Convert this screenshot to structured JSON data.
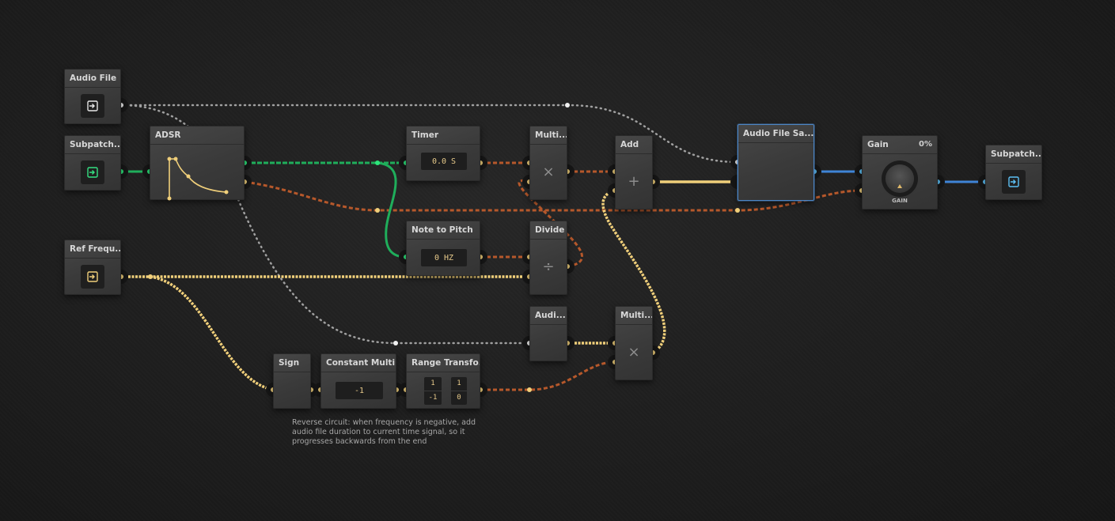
{
  "nodes": {
    "audio_file": {
      "title": "Audio File"
    },
    "subpatch_in": {
      "title": "Subpatch..."
    },
    "adsr": {
      "title": "ADSR"
    },
    "timer": {
      "title": "Timer",
      "value": "0.0 S"
    },
    "multiply_1": {
      "title": "Multi..."
    },
    "add": {
      "title": "Add"
    },
    "audio_file_sampler": {
      "title": "Audio File Sa..."
    },
    "gain": {
      "title": "Gain",
      "value": "0%",
      "knob_label": "GAIN"
    },
    "subpatch_out": {
      "title": "Subpatch..."
    },
    "ref_frequency": {
      "title": "Ref Frequ..."
    },
    "note_to_pitch": {
      "title": "Note to Pitch",
      "value": "0 HZ"
    },
    "divide": {
      "title": "Divide"
    },
    "audio_duration": {
      "title": "Audi..."
    },
    "multiply_2": {
      "title": "Multi..."
    },
    "sign": {
      "title": "Sign"
    },
    "constant_multiply": {
      "title": "Constant Multi...",
      "value": "-1"
    },
    "range_transform": {
      "title": "Range Transfo...",
      "in_max": "1",
      "in_min": "-1",
      "out_max": "1",
      "out_min": "0"
    }
  },
  "symbols": {
    "multiply": "×",
    "add": "+",
    "divide": "÷"
  },
  "icons": {
    "input": "enter-box-icon",
    "output": "exit-box-icon"
  },
  "comment": "Reverse circuit: when frequency is negative, add audio file duration to current time signal, so it progresses backwards from the end",
  "colors": {
    "gate_wire": "#1fae5b",
    "audio_wire": "#3f84d6",
    "trigger_wire": "#b6582b",
    "frequency_wire": "#f0cf7a",
    "file_wire": "#9a9a9a",
    "selection": "#4d86c6"
  }
}
